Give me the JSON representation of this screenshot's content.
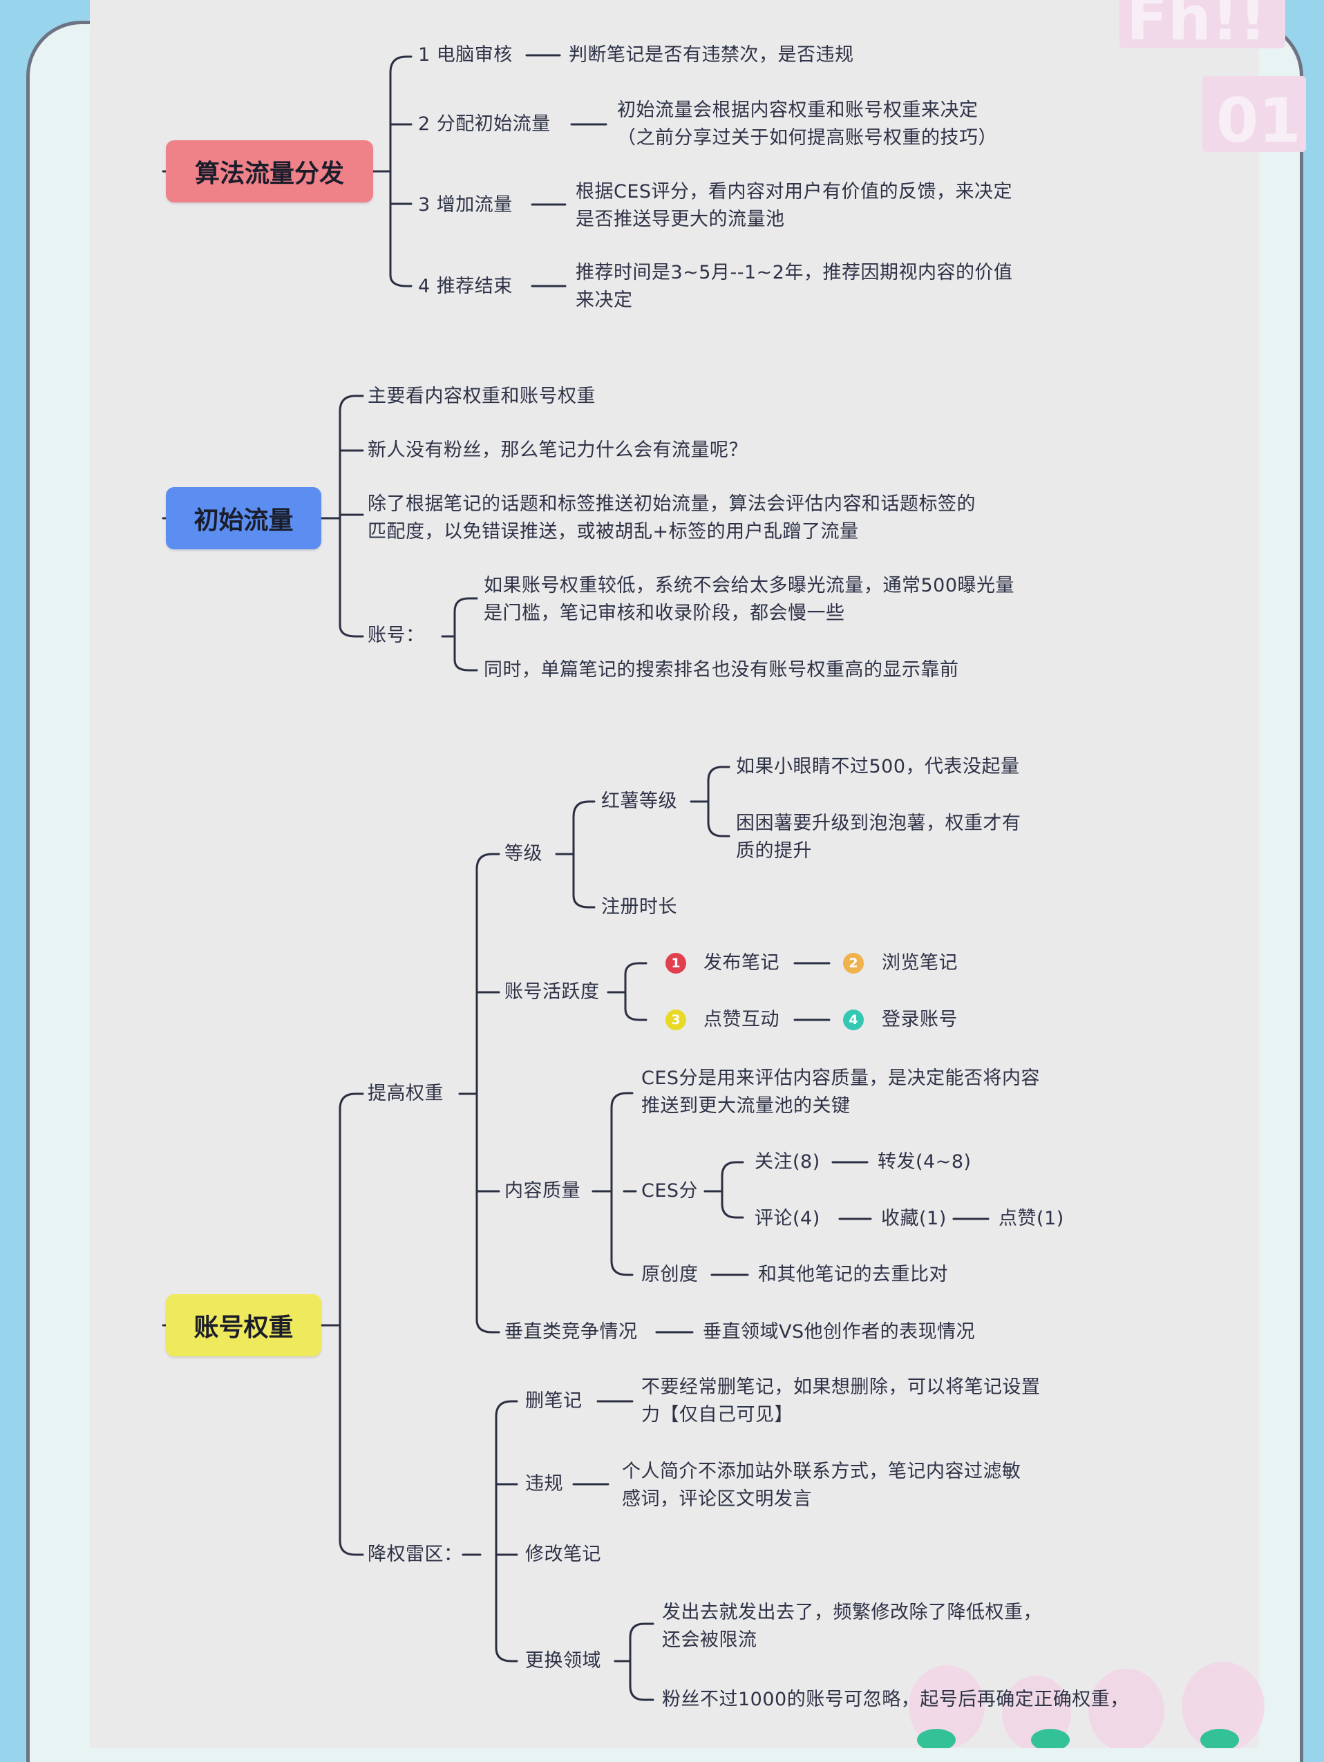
{
  "colors": {
    "background": "#98d4ec",
    "sheet": "#eaeaeb",
    "line": "#2b2f42",
    "box_algo": "#ef8189",
    "box_init": "#5b8ef0",
    "box_account": "#efe95e",
    "badge1": "#e2404f",
    "badge2": "#f0b24c",
    "badge3": "#e9d927",
    "badge4": "#34c8b3"
  },
  "s1": {
    "title": "算法流量分发",
    "b1": "1 电脑审核",
    "b1d": "判断笔记是否有违禁次，是否违规",
    "b2": "2 分配初始流量",
    "b2d1": "初始流量会根据内容权重和账号权重来决定",
    "b2d2": "（之前分享过关于如何提高账号权重的技巧）",
    "b3": "3 增加流量",
    "b3d1": "根据CES评分，看内容对用户有价值的反馈，来决定",
    "b3d2": "是否推送导更大的流量池",
    "b4": "4 推荐结束",
    "b4d1": "推荐时间是3~5月--1~2年，推荐因期视内容的价值",
    "b4d2": "来决定"
  },
  "s2": {
    "title": "初始流量",
    "l1": "主要看内容权重和账号权重",
    "l2": "新人没有粉丝，那么笔记力什么会有流量呢？",
    "l3a": "除了根据笔记的话题和标签推送初始流量，算法会评估内容和话题标签的",
    "l3b": "匹配度，以免错误推送，或被胡乱+标签的用户乱蹭了流量",
    "acct": "账号：",
    "a1a": "如果账号权重较低，系统不会给太多曝光流量，通常500曝光量",
    "a1b": "是门槛，笔记审核和收录阶段，都会慢一些",
    "a2": "同时，单篇笔记的搜索排名也没有账号权重高的显示靠前"
  },
  "s3": {
    "title": "账号权重",
    "improve": "提高权重",
    "level": "等级",
    "redbook": "红薯等级",
    "rb1": "如果小眼睛不过500，代表没起量",
    "rb2a": "困困薯要升级到泡泡薯，权重才有",
    "rb2b": "质的提升",
    "regtime": "注册时长",
    "activity": "账号活跃度",
    "badges": [
      "1",
      "2",
      "3",
      "4"
    ],
    "act1": "发布笔记",
    "act2": "浏览笔记",
    "act3": "点赞互动",
    "act4": "登录账号",
    "quality": "内容质量",
    "q1a": "CES分是用来评估内容质量，是决定能否将内容",
    "q1b": "推送到更大流量池的关键",
    "ces": "CES分",
    "follow": "关注(8)",
    "forward": "转发(4~8)",
    "comment": "评论(4)",
    "collect": "收藏(1)",
    "like": "点赞(1)",
    "orig": "原创度",
    "origd": "和其他笔记的去重比对",
    "vertical": "垂直类竞争情况",
    "verticald": "垂直领域VS他创作者的表现情况",
    "down": "降权雷区：",
    "del": "删笔记",
    "dela": "不要经常删笔记，如果想删除，可以将笔记设置",
    "delb": "力【仅自己可见】",
    "viol": "违规",
    "viola": "个人简介不添加站外联系方式，笔记内容过滤敏",
    "violb": "感词，评论区文明发言",
    "modify": "修改笔记",
    "change": "更换领域",
    "cha": "发出去就发出去了，频繁修改除了降低权重，",
    "chb": "还会被限流",
    "chc": "粉丝不过1000的账号可忽略，起号后再确定正确权重，"
  },
  "deco": {
    "top1": "Fh!!",
    "top2": "01"
  }
}
